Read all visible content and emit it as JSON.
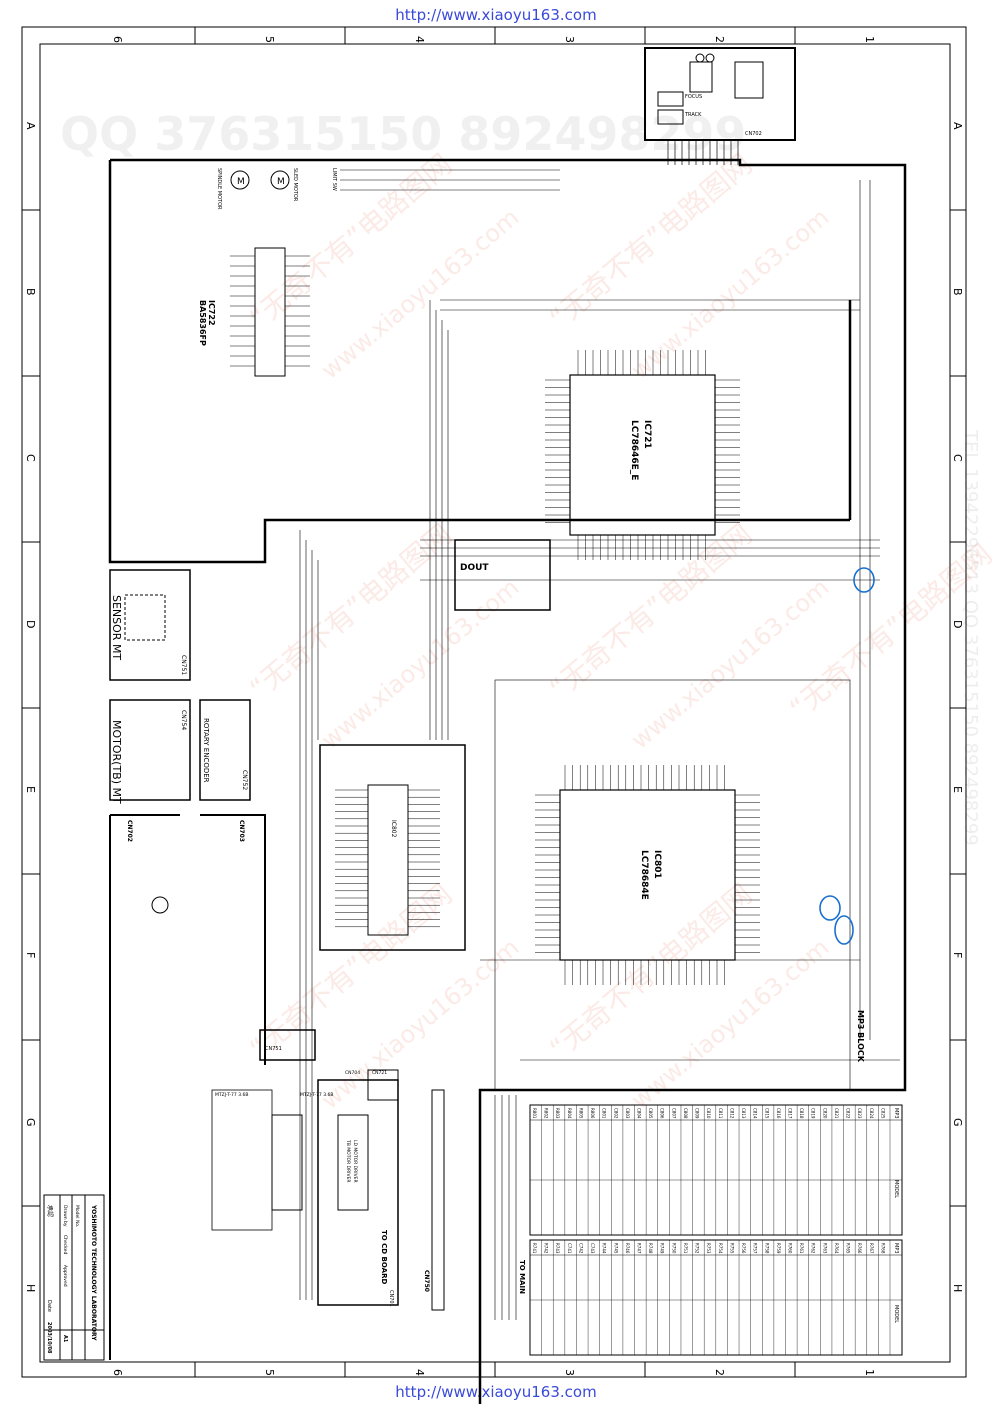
{
  "header_url": "http://www.xiaoyu163.com",
  "footer_url": "http://www.xiaoyu163.com",
  "watermarks": {
    "qq_banner": "QQ 376315150  892498299",
    "tel_side": "TEL 13942296513  QQ 376315150  892498299",
    "cn_text": "“无奇不有”电路图网",
    "site": "www.xiaoyu163.com"
  },
  "border": {
    "col_numbers": [
      "6",
      "5",
      "4",
      "3",
      "2",
      "1"
    ],
    "row_letters": [
      "A",
      "B",
      "C",
      "D",
      "E",
      "F",
      "G",
      "H"
    ]
  },
  "components": {
    "ic_motor_driver": {
      "ref": "IC722",
      "part": "BA5836FP"
    },
    "ic_servo": {
      "ref": "IC721",
      "part": "LC78646E_E"
    },
    "ic_mp3": {
      "ref": "IC801",
      "part": "LC78684E"
    },
    "dram": {
      "ref": "IC802"
    },
    "spindle_motor": "SPINDLE MOTOR",
    "sled_motor": "SLED MOTOR",
    "limit_sw": "LIMIT SW",
    "pickup": {
      "focus": "FOCUS",
      "track": "TRACK",
      "cn": "CN702"
    },
    "dout": "DOUT",
    "mp3_block": "MP3 BLOCK"
  },
  "side_boxes": [
    {
      "title": "SENSOR MT",
      "cn": "CN751"
    },
    {
      "title": "MOTOR(TB) MT",
      "cn": "CN754"
    },
    {
      "title": "ROTARY ENCODER",
      "cn": "CN752"
    }
  ],
  "connectors": {
    "cn702": "CN702",
    "cn703": "CN703",
    "cn751": "CN751",
    "cn704": "CN704",
    "cn721": "CN721",
    "cn701": "CN701",
    "cn750": "CN750"
  },
  "lower_labels": {
    "to_cd_board": "TO CD BOARD",
    "to_main": "TO MAIN",
    "ld_motor_driver": "LD MOTOR DRIVER",
    "tb_motor_driver": "TB MOTOR DRIVER",
    "mtz_left": "MTZJ-T-77 3.6B",
    "mtz_right": "MTZJ-T-77 3.6B"
  },
  "title_block": {
    "company": "YOSHIMOTO TECHNOLOGY LABORATORY",
    "labels": [
      "Model No.",
      "Drawn by",
      "Checked",
      "Approved",
      "Date"
    ],
    "stamp": "承認",
    "size": "A1",
    "date": "2003/10/08"
  },
  "bom_table": {
    "left_header": "MP3",
    "right_header": "MP3",
    "model_label": "MODEL",
    "left_refs": [
      "R801",
      "R802",
      "R803",
      "R804",
      "R805",
      "R806",
      "C801",
      "C802",
      "C803",
      "C804",
      "C805",
      "C806",
      "C807",
      "C808",
      "C809",
      "C810",
      "C811",
      "C812",
      "C813",
      "C814",
      "C815",
      "C816",
      "C817",
      "C818",
      "C819",
      "C820",
      "C821",
      "C822",
      "C823",
      "C824",
      "C825"
    ],
    "right_refs": [
      "R741",
      "R742",
      "R743",
      "C741",
      "C742",
      "C743",
      "R744",
      "R745",
      "R746",
      "R747",
      "R748",
      "R749",
      "R750",
      "R751",
      "R752",
      "R753",
      "R754",
      "R755",
      "R756",
      "R757",
      "R758",
      "R759",
      "R760",
      "R761",
      "R762",
      "R763",
      "R764",
      "R765",
      "R766",
      "R767",
      "R768"
    ]
  }
}
